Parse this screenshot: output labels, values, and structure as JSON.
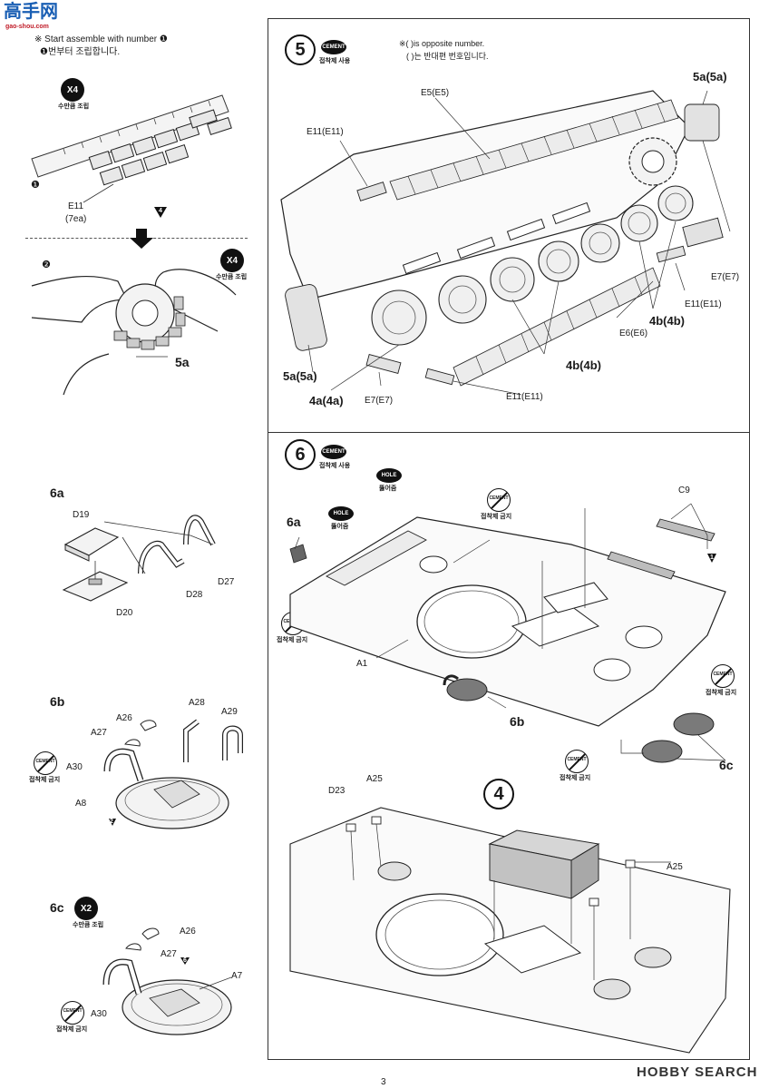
{
  "header": {
    "logo_text": "高手网",
    "logo_sub": "gao-shou.com",
    "note_en": "※ Start assemble with number ❶",
    "note_ko": "❶번부터 조립합니다."
  },
  "left": {
    "x4_badge": "X4",
    "x4_caption": "수만큼 조립",
    "step1_marker": "❶",
    "e11_label": "E11",
    "e11_qty": "(7ea)",
    "arrow4": "4",
    "step2_marker": "❷",
    "x4b_badge": "X4",
    "x4b_caption": "수만큼 조립",
    "label_5a": "5a",
    "sec6a": "6a",
    "d19": "D19",
    "d27": "D27",
    "d28": "D28",
    "d20": "D20",
    "sec6b": "6b",
    "a26": "A26",
    "a28": "A28",
    "a29": "A29",
    "a27": "A27",
    "a30": "A30",
    "a8": "A8",
    "tri2": "2",
    "nocement_text": "CEMENT",
    "nocement_caption": "접착제 금지",
    "sec6c": "6c",
    "x2_badge": "X2",
    "x2_caption": "수만큼 조립",
    "c_a26": "A26",
    "c_a27": "A27",
    "c_a7": "A7",
    "c_a30": "A30",
    "tri6": "6"
  },
  "step5": {
    "number": "5",
    "cement": "CEMENT",
    "cement_caption": "접착제 사용",
    "note1": "※(    )is opposite number.",
    "note2": "(    )는 반대편 번호입니다.",
    "e5": "E5(E5)",
    "label_5a_top": "5a(5a)",
    "e11_top": "E11(E11)",
    "e7_right": "E7(E7)",
    "e11_right": "E11(E11)",
    "b4_right": "4b(4b)",
    "e6": "E6(E6)",
    "b4_bottom": "4b(4b)",
    "label_5a_left": "5a(5a)",
    "a4": "4a(4a)",
    "e7_bottom": "E7(E7)",
    "e11_bottom": "E11(E11)"
  },
  "step6": {
    "number": "6",
    "cement": "CEMENT",
    "cement_caption": "접착제 사용",
    "hole": "HOLE",
    "hole_caption": "뚫어줌",
    "nocement_caption": "접착제 금지",
    "sec6a": "6a",
    "c9": "C9",
    "tri1": "1",
    "a1": "A1",
    "sec6b": "6b",
    "sec6c": "6c"
  },
  "step6_lower": {
    "d23": "D23",
    "a25_left": "A25",
    "sub4": "4",
    "a25_right": "A25"
  },
  "footer": {
    "page_number": "3",
    "watermark": "HOBBY SEARCH"
  }
}
